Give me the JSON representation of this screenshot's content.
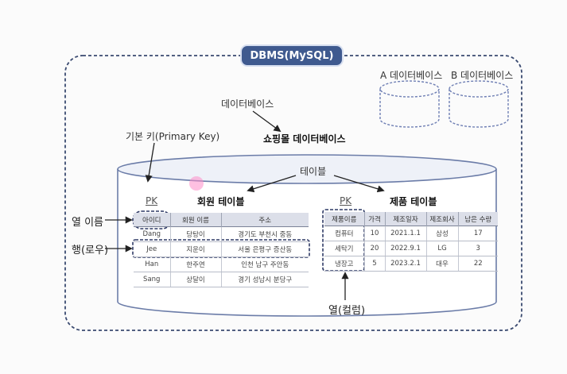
{
  "dbms_label": "DBMS(MySQL)",
  "databases": {
    "a": "A 데이터베이스",
    "b": "B 데이터베이스"
  },
  "labels": {
    "database": "데이터베이스",
    "shop_db": "쇼핑몰 데이터베이스",
    "primary_key": "기본 키(Primary Key)",
    "tables": "테이블",
    "column_name": "열 이름",
    "row": "행(로우)",
    "column": "열(컬럼)"
  },
  "member_table": {
    "pk": "PK",
    "title": "회원 테이블",
    "headers": [
      "아이디",
      "회원 이름",
      "주소"
    ],
    "rows": [
      [
        "Dang",
        "당탕이",
        "경기도 부천시 중동"
      ],
      [
        "Jee",
        "지운이",
        "서울 은평구 증산동"
      ],
      [
        "Han",
        "한주연",
        "인천 남구 주안동"
      ],
      [
        "Sang",
        "상달이",
        "경기 성남시 분당구"
      ]
    ]
  },
  "product_table": {
    "pk": "PK",
    "title": "제품 테이블",
    "headers": [
      "제품이름",
      "가격",
      "제조일자",
      "제조회사",
      "남은 수량"
    ],
    "rows": [
      [
        "컴퓨터",
        "10",
        "2021.1.1",
        "삼성",
        "17"
      ],
      [
        "세탁기",
        "20",
        "2022.9.1",
        "LG",
        "3"
      ],
      [
        "냉장고",
        "5",
        "2023.2.1",
        "대우",
        "22"
      ]
    ]
  }
}
